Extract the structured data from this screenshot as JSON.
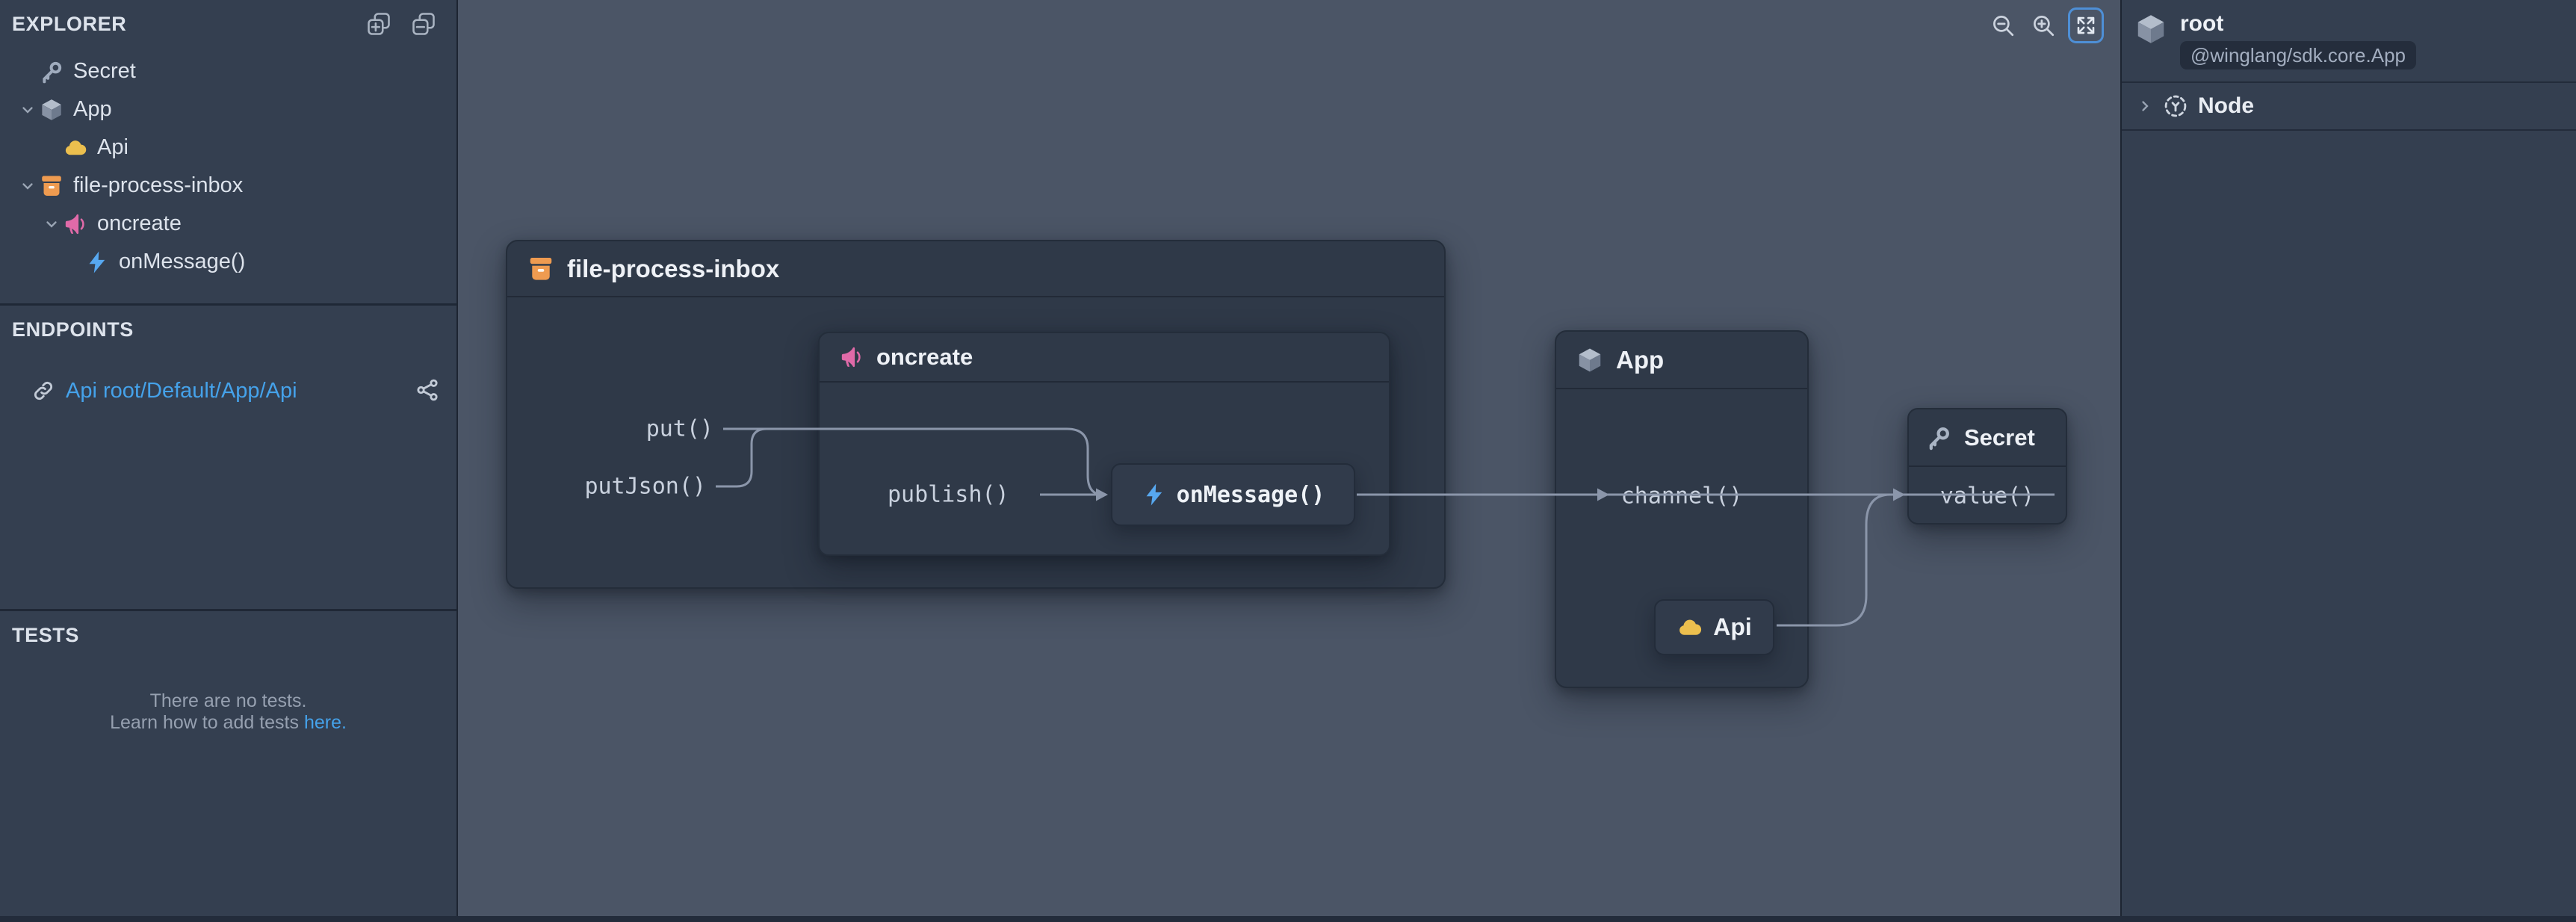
{
  "colors": {
    "canvas_bg": "#4b5566",
    "panel_bg": "#343f50",
    "node_bg": "#2f3948",
    "node_border": "#242d3a",
    "edge": "#8b96aa",
    "link_blue": "#45a2ea",
    "fit_button_border": "#4e8fd6",
    "icon_orange": "#ef9b50",
    "icon_pink": "#e06aa8",
    "icon_yellow": "#ecbf4e",
    "icon_blue": "#57a8f0",
    "icon_gray": "#9fabbd"
  },
  "explorer": {
    "title": "EXPLORER",
    "tree": [
      {
        "label": "Secret",
        "icon": "key-icon"
      },
      {
        "label": "App",
        "icon": "cube-icon",
        "expanded": true
      },
      {
        "label": "Api",
        "icon": "cloud-icon"
      },
      {
        "label": "file-process-inbox",
        "icon": "bucket-icon",
        "expanded": true
      },
      {
        "label": "oncreate",
        "icon": "megaphone-icon",
        "expanded": true
      },
      {
        "label": "onMessage()",
        "icon": "bolt-icon"
      }
    ]
  },
  "endpoints": {
    "title": "ENDPOINTS",
    "items": [
      {
        "label": "Api root/Default/App/Api"
      }
    ]
  },
  "tests": {
    "title": "TESTS",
    "empty_text": "There are no tests.",
    "empty_help_prefix": "Learn how to add tests ",
    "empty_help_link": "here."
  },
  "diagram": {
    "inbox": {
      "title": "file-process-inbox",
      "method_put": "put()",
      "method_putjson": "putJson()"
    },
    "oncreate": {
      "title": "oncreate",
      "method_publish": "publish()",
      "handler": "onMessage()"
    },
    "app": {
      "title": "App",
      "method_channel": "channel()",
      "child_api": "Api"
    },
    "secret": {
      "title": "Secret",
      "method_value": "value()"
    }
  },
  "inspector": {
    "root_title": "root",
    "root_type_badge": "@winglang/sdk.core.App",
    "node_item": "Node"
  }
}
